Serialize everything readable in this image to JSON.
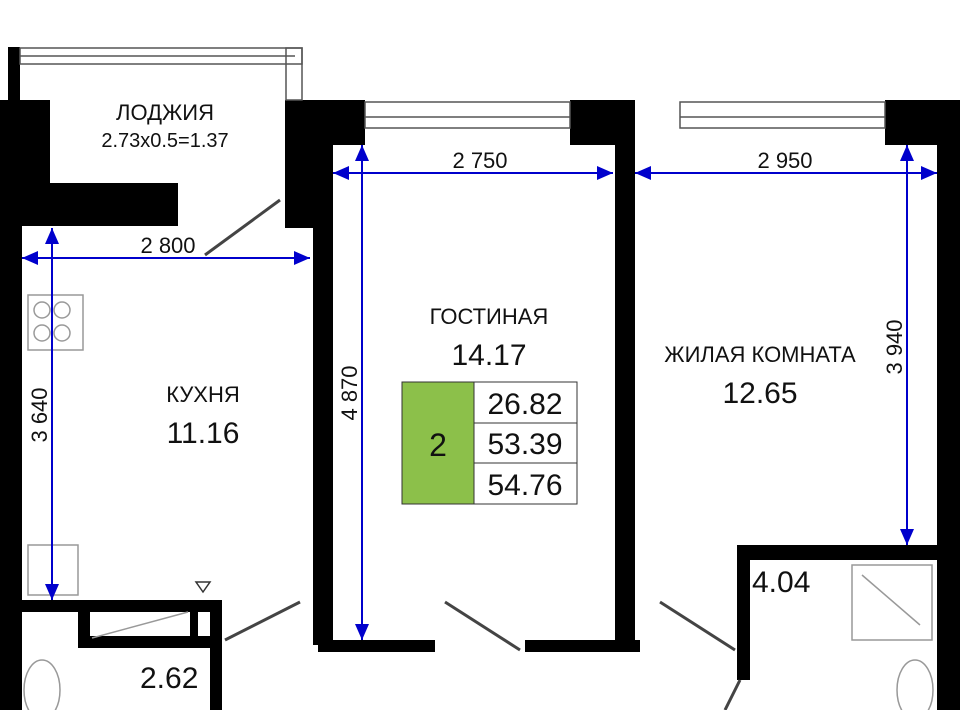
{
  "rooms": {
    "loggia": {
      "name": "ЛОДЖИЯ",
      "area": "2.73x0.5=1.37"
    },
    "kitchen": {
      "name": "КУХНЯ",
      "area": "11.16"
    },
    "living": {
      "name": "ГОСТИНАЯ",
      "area": "14.17"
    },
    "bedroom": {
      "name": "ЖИЛАЯ КОМНАТА",
      "area": "12.65"
    },
    "bathroom": {
      "area": "4.04"
    },
    "wc": {
      "area": "2.62"
    }
  },
  "dimensions": {
    "kitchen_width": "2 800",
    "kitchen_length": "3 640",
    "living_width": "2 750",
    "living_length": "4 870",
    "bedroom_width": "2 950",
    "bedroom_length": "3 940"
  },
  "summary": {
    "rooms_count": "2",
    "living_area": "26.82",
    "total_area": "53.39",
    "total_with_loggia": "54.76"
  },
  "colors": {
    "wall": "#000000",
    "dimension": "#0000cc",
    "badge": "#8cc04a"
  }
}
